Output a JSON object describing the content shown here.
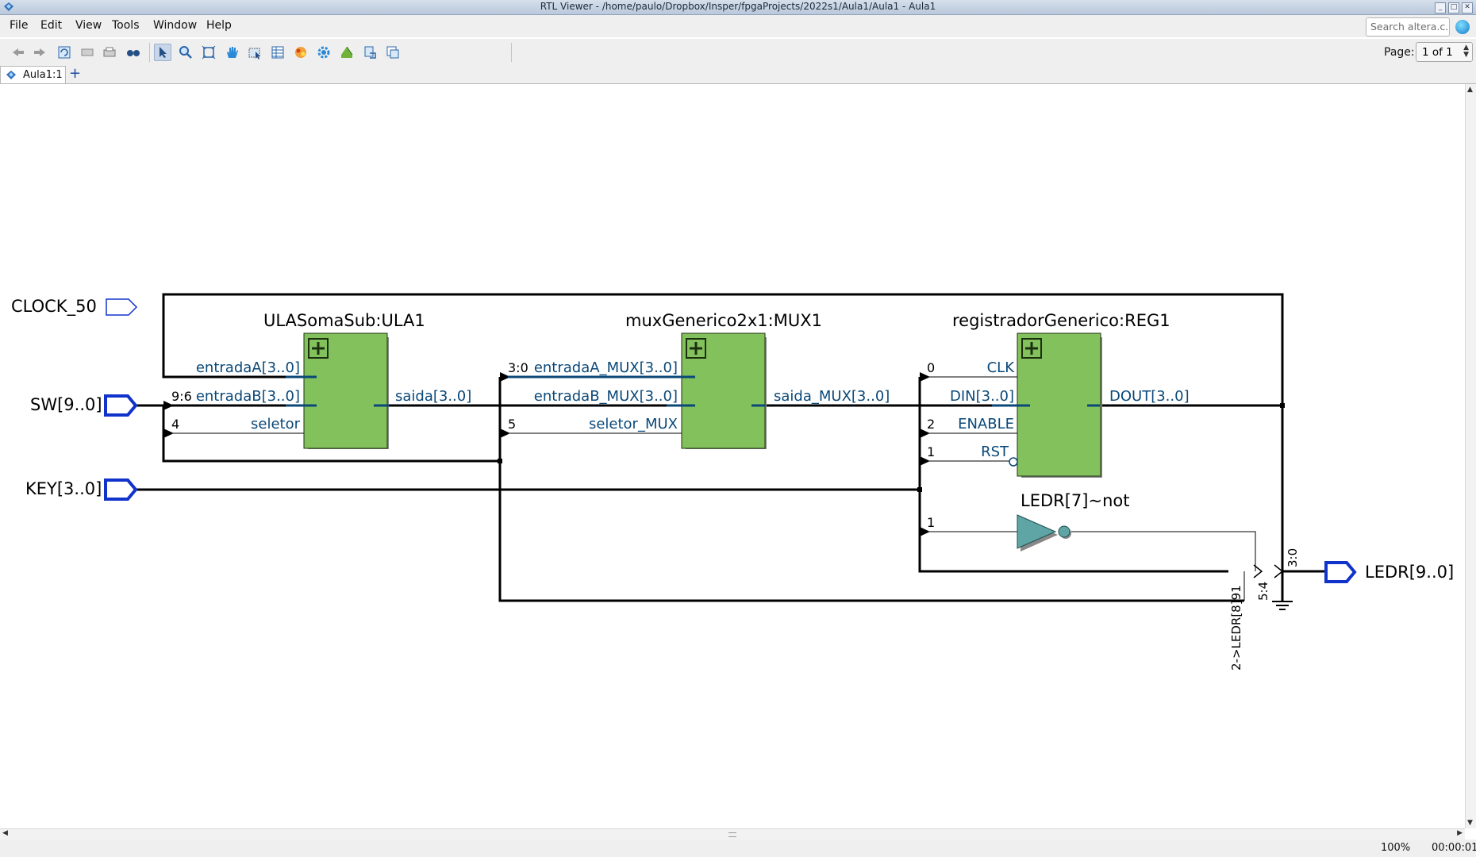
{
  "window": {
    "title": "RTL Viewer - /home/paulo/Dropbox/Insper/fpgaProjects/2022s1/Aula1/Aula1 - Aula1",
    "buttons": [
      "_",
      "□",
      "✕"
    ]
  },
  "menu": [
    "File",
    "Edit",
    "View",
    "Tools",
    "Window",
    "Help"
  ],
  "search": {
    "placeholder": "Search altera.c..."
  },
  "toolbar": {
    "icons": [
      "back-icon",
      "forward-icon",
      "refresh-icon",
      "step-back-icon",
      "print-icon",
      "binoculars-icon",
      "select-pointer-icon",
      "zoom-icon",
      "fit-icon",
      "hand-icon",
      "area-select-icon",
      "netlist-icon",
      "hierarchy-icon",
      "settings-icon",
      "filter-icon",
      "export-icon",
      "layer-icon"
    ],
    "page_label": "Page:",
    "page_value": "1 of 1"
  },
  "tabs": [
    {
      "label": "Aula1:1"
    }
  ],
  "schematic": {
    "pins": {
      "clock": "CLOCK_50",
      "sw": "SW[9..0]",
      "key": "KEY[3..0]",
      "ledr": "LEDR[9..0]"
    },
    "ula": {
      "title": "ULASomaSub:ULA1",
      "ports_in": [
        "entradaA[3..0]",
        "entradaB[3..0]",
        "seletor"
      ],
      "port_out": "saida[3..0]",
      "bus_labels": [
        "9:6",
        "4"
      ]
    },
    "mux": {
      "title": "muxGenerico2x1:MUX1",
      "ports_in": [
        "entradaA_MUX[3..0]",
        "entradaB_MUX[3..0]",
        "seletor_MUX"
      ],
      "port_out": "saida_MUX[3..0]",
      "bus_labels": [
        "3:0",
        "5"
      ]
    },
    "reg": {
      "title": "registradorGenerico:REG1",
      "ports_in": [
        "CLK",
        "DIN[3..0]",
        "ENABLE",
        "RST"
      ],
      "port_out": "DOUT[3..0]",
      "bus_labels": [
        "0",
        "2",
        "1"
      ]
    },
    "not_gate": {
      "title": "LEDR[7]~not",
      "bus_label": "1"
    },
    "out_labels": {
      "a": "3:0",
      "b": "5:4",
      "c": "2->LEDR[8]91"
    }
  },
  "status": {
    "zoom": "100%",
    "time": "00:00:01"
  }
}
